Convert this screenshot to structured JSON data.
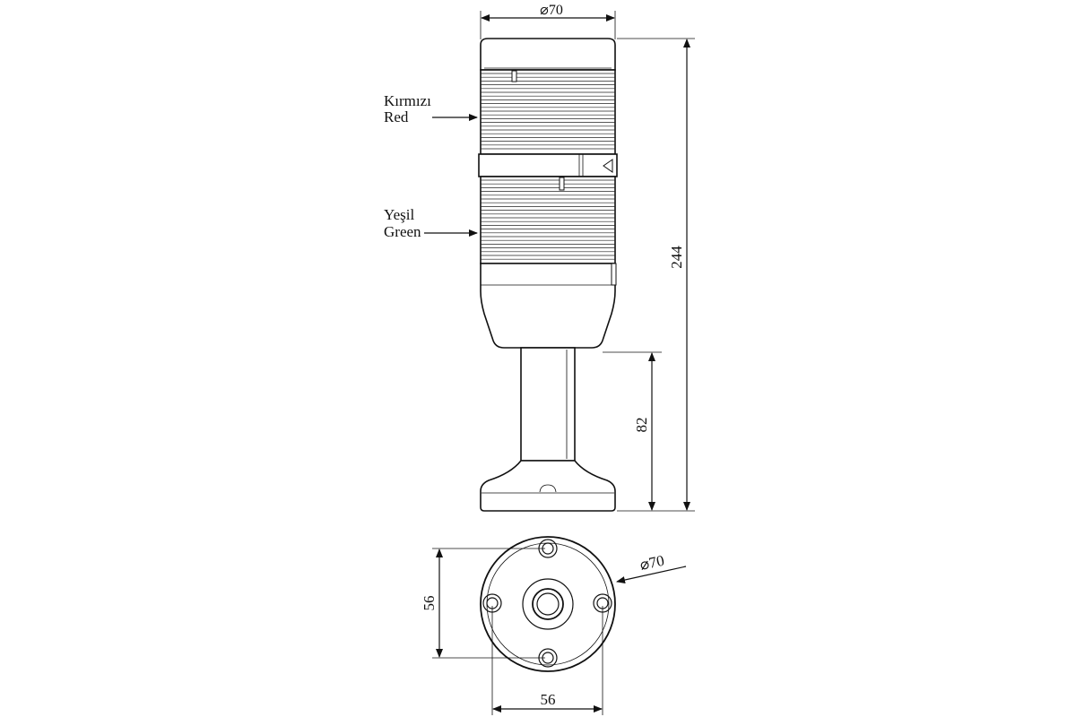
{
  "labels": {
    "red_tr": "Kırmızı",
    "red_en": "Red",
    "green_tr": "Yeşil",
    "green_en": "Green"
  },
  "dimensions": {
    "top_diameter": "70",
    "total_height": "244",
    "pole_height": "82",
    "hole_spacing_vertical": "56",
    "hole_spacing_horizontal": "56",
    "base_diameter": "70"
  },
  "symbols": {
    "diameter": "⌀"
  }
}
